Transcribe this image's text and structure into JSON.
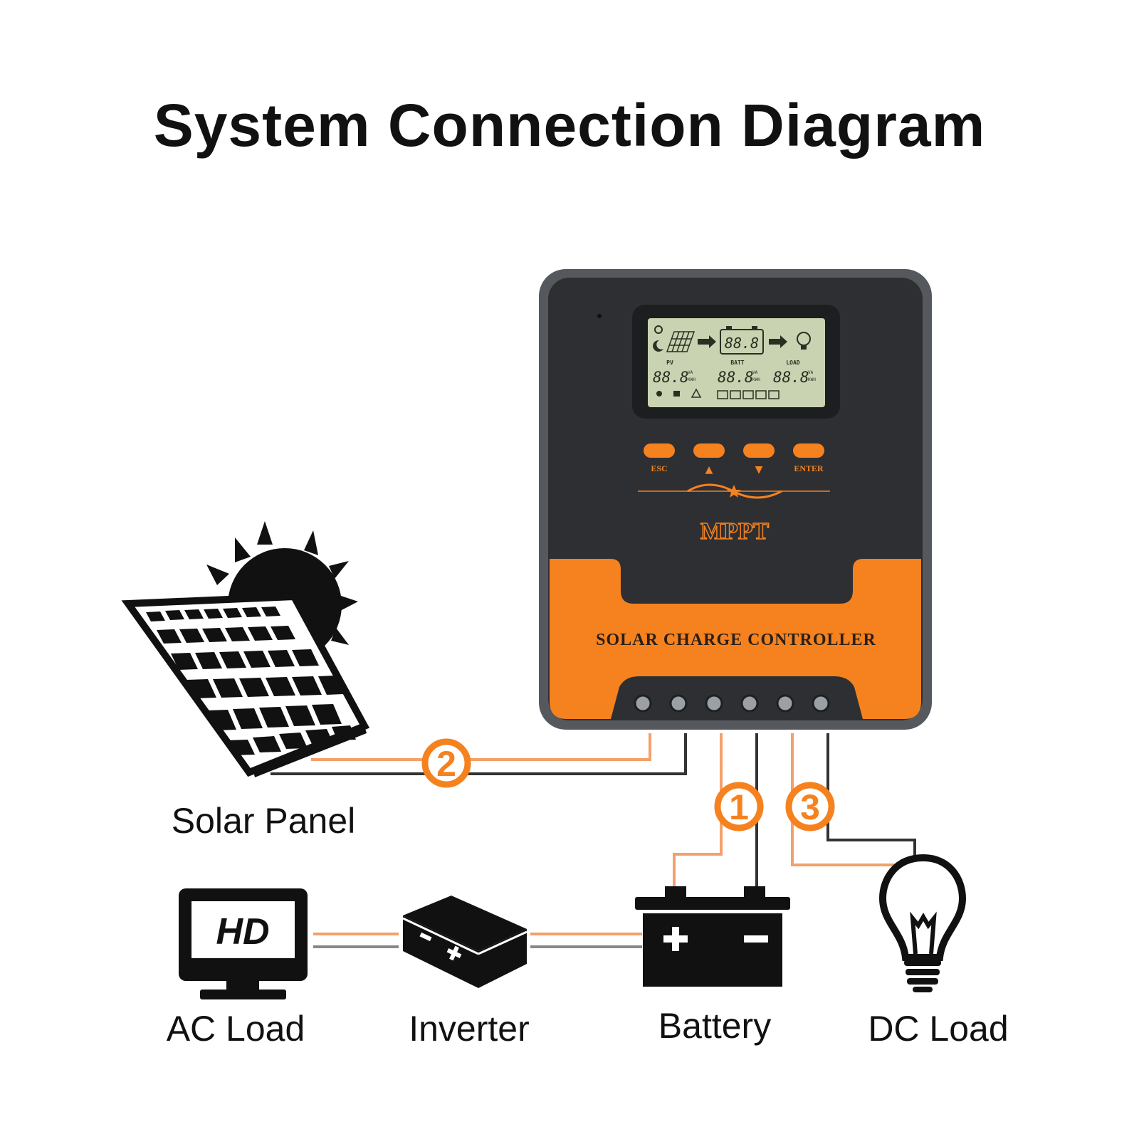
{
  "title": "System Connection Diagram",
  "labels": {
    "solar_panel": "Solar Panel",
    "ac_load": "AC Load",
    "inverter": "Inverter",
    "battery": "Battery",
    "dc_load": "DC Load"
  },
  "controller": {
    "brand": "MPPT",
    "name": "SOLAR CHARGE CONTROLLER",
    "buttons": [
      "ESC",
      "▲",
      "▼",
      "ENTER"
    ],
    "lcd": {
      "battery_reading": "88.8",
      "pv_label": "PV",
      "batt_label": "BATT",
      "load_label": "LOAD",
      "pv_value": "88.8",
      "batt_value": "88.8",
      "load_value": "88.8",
      "unit_top": "VA",
      "unit_bottom": "KWH"
    }
  },
  "connections": [
    "1",
    "2",
    "3"
  ],
  "tv_icon_text": "HD",
  "colors": {
    "orange": "#f5821f",
    "body_dark": "#2d2f33",
    "lcd_bg": "#c9d3b2",
    "wire_orange": "#f4a06a",
    "wire_dark": "#333333"
  }
}
